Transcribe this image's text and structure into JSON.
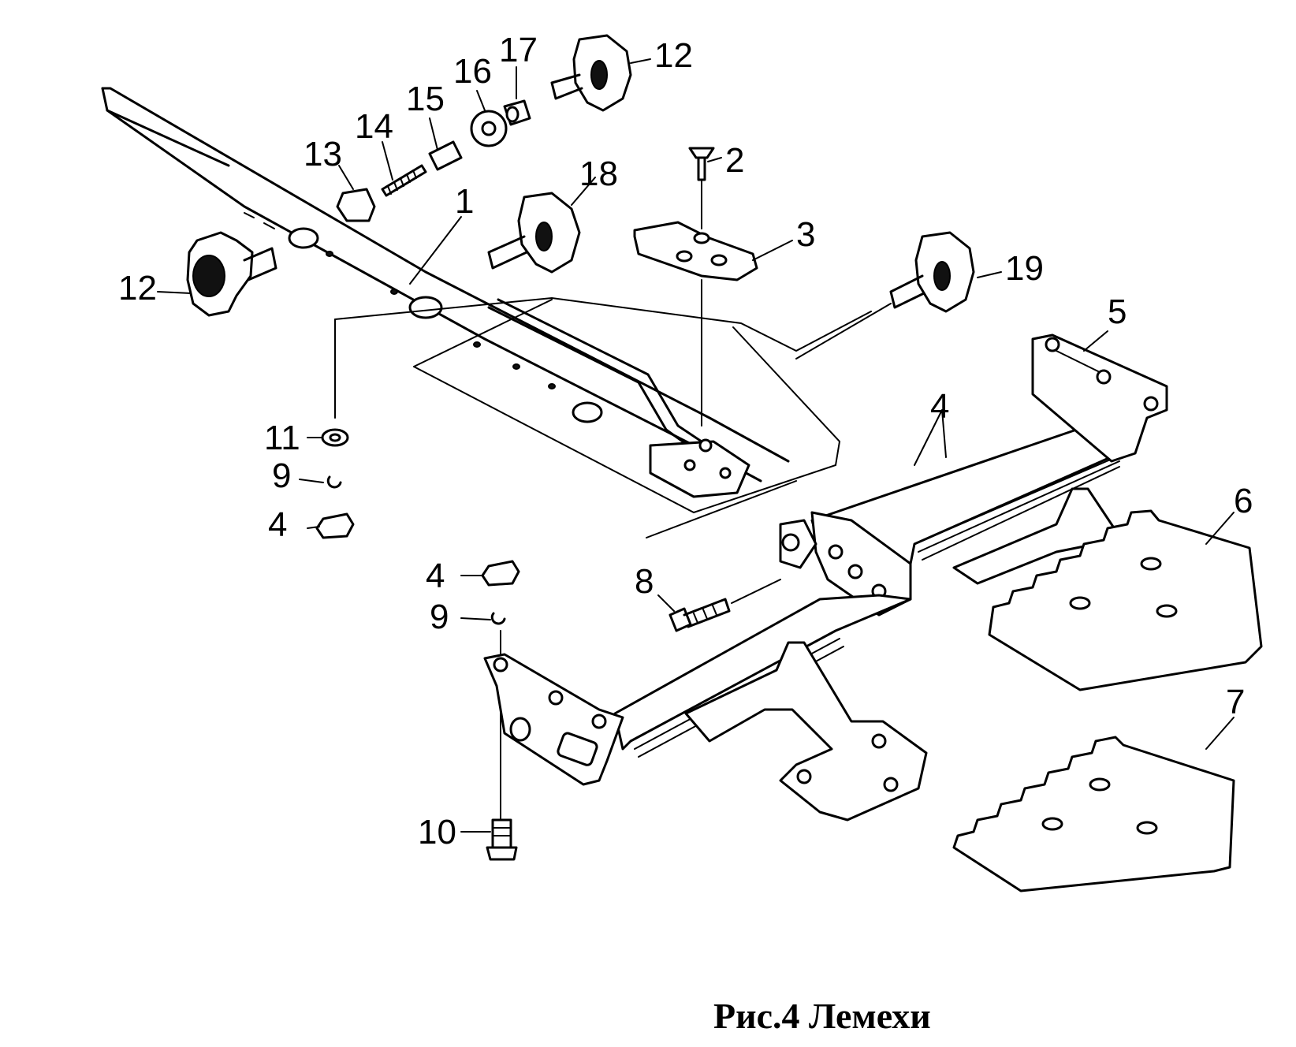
{
  "caption": "Рис.4 Лемехи",
  "callouts": [
    "1",
    "2",
    "3",
    "4",
    "4",
    "4",
    "5",
    "6",
    "7",
    "8",
    "9",
    "9",
    "10",
    "11",
    "12",
    "12",
    "13",
    "14",
    "15",
    "16",
    "17",
    "18",
    "19"
  ]
}
